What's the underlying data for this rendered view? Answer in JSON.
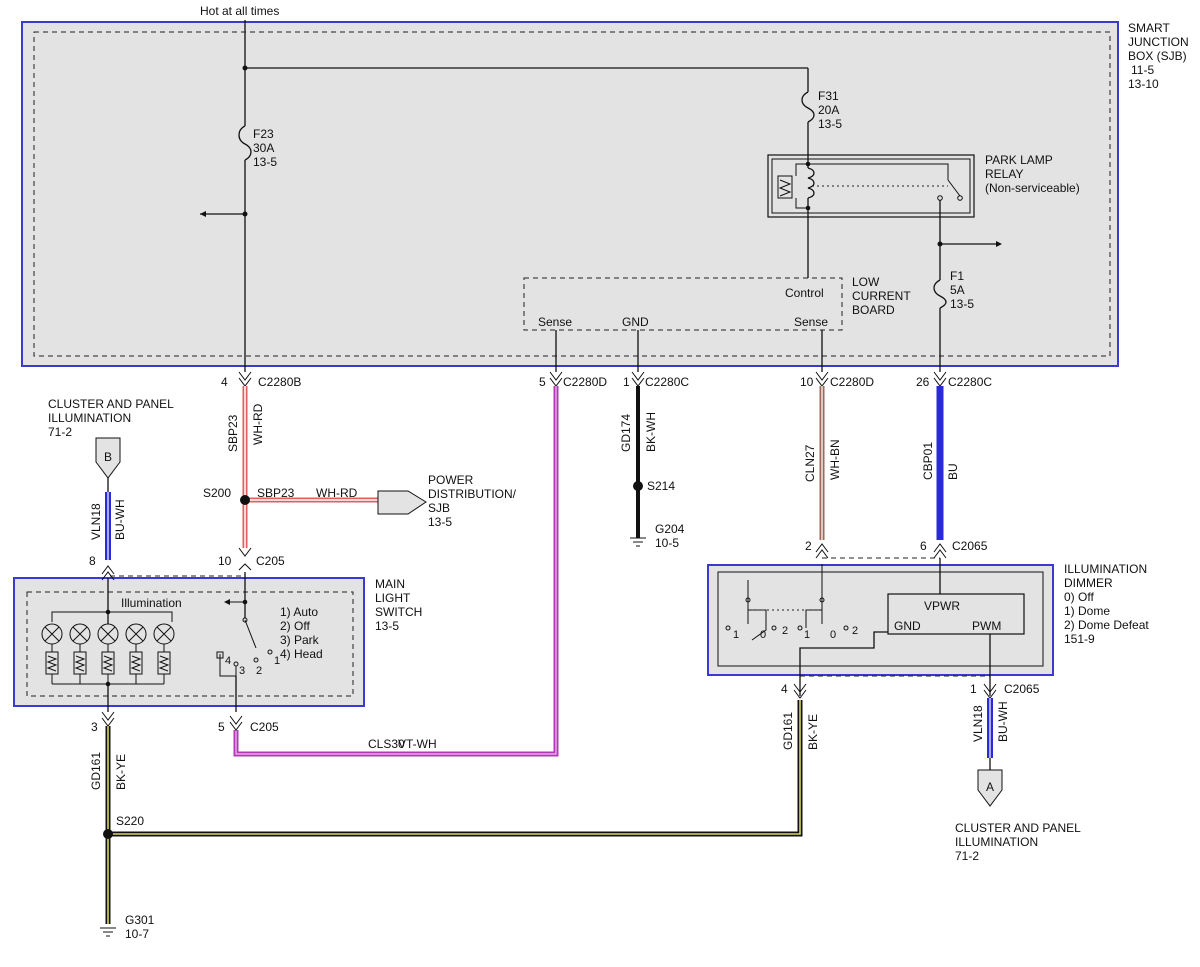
{
  "source": {
    "label": "Hot at all times"
  },
  "sjb": {
    "title_lines": [
      "SMART",
      "JUNCTION",
      "BOX (SJB)",
      "11-5",
      "13-10"
    ]
  },
  "fuses": {
    "f23": [
      "F23",
      "30A",
      "13-5"
    ],
    "f31": [
      "F31",
      "20A",
      "13-5"
    ],
    "f1": [
      "F1",
      "5A",
      "13-5"
    ]
  },
  "relay": {
    "lines": [
      "PARK LAMP",
      "RELAY",
      "(Non-serviceable)"
    ]
  },
  "lcb": {
    "lines": [
      "LOW",
      "CURRENT",
      "BOARD"
    ],
    "control": "Control",
    "sense1": "Sense",
    "gnd": "GND",
    "sense2": "Sense"
  },
  "connectors": {
    "c2280b": {
      "pin": "4",
      "name": "C2280B"
    },
    "c2280d_5": {
      "pin": "5",
      "name": "C2280D"
    },
    "c2280c_1": {
      "pin": "1",
      "name": "C2280C"
    },
    "c2280d_10": {
      "pin": "10",
      "name": "C2280D"
    },
    "c2280c_26": {
      "pin": "26",
      "name": "C2280C"
    },
    "c205_10": {
      "pin": "10",
      "name": "C205"
    },
    "c205_5": {
      "pin": "5",
      "name": "C205"
    },
    "c2065_2": {
      "pin": "2"
    },
    "c2065_6": {
      "pin": "6",
      "name": "C2065"
    },
    "c2065_1": {
      "pin": "1",
      "name": "C2065"
    },
    "pin8": "8",
    "pin3": "3",
    "pin4": "4"
  },
  "wires": {
    "sbp23": {
      "circuit": "SBP23",
      "color": "WH-RD",
      "hex": "#e06060"
    },
    "cls30": {
      "circuit": "CLS30",
      "color": "VT-WH",
      "hex": "#b13ab5"
    },
    "gd174": {
      "circuit": "GD174",
      "color": "BK-WH",
      "hex": "#111111"
    },
    "cln27": {
      "circuit": "CLN27",
      "color": "WH-BN",
      "hex": "#a06a5a"
    },
    "cbp01": {
      "circuit": "CBP01",
      "color": "BU",
      "hex": "#2a2ad8"
    },
    "vln18": {
      "circuit": "VLN18",
      "color": "BU-WH",
      "hex": "#2a2ad8"
    },
    "gd161": {
      "circuit": "GD161",
      "color": "BK-YE",
      "hex": "#d8d860"
    }
  },
  "splices": {
    "s200": "S200",
    "s214": "S214",
    "s220": "S220"
  },
  "grounds": {
    "g204": [
      "G204",
      "10-5"
    ],
    "g301": [
      "G301",
      "10-7"
    ]
  },
  "power_dist": {
    "lines": [
      "POWER",
      "DISTRIBUTION/",
      "SJB",
      "13-5"
    ]
  },
  "cluster_b": {
    "letter": "B",
    "lines": [
      "CLUSTER AND PANEL",
      "ILLUMINATION",
      "71-2"
    ]
  },
  "cluster_a": {
    "letter": "A",
    "lines": [
      "CLUSTER AND PANEL",
      "ILLUMINATION",
      "71-2"
    ]
  },
  "main_switch": {
    "lines": [
      "MAIN",
      "LIGHT",
      "SWITCH",
      "13-5"
    ],
    "inner_label": "Illumination",
    "positions": [
      "1) Auto",
      "2) Off",
      "3) Park",
      "4) Head"
    ],
    "contacts": [
      "4",
      "3",
      "2",
      "1"
    ]
  },
  "dimmer": {
    "lines": [
      "ILLUMINATION",
      "DIMMER",
      "0) Off",
      "1) Dome",
      "2) Dome Defeat",
      "151-9"
    ],
    "vpwr": "VPWR",
    "gnd": "GND",
    "pwm": "PWM",
    "contacts": [
      "1",
      "0",
      "2",
      "1",
      "0",
      "2"
    ]
  },
  "colors": {
    "box_fill": "#e3e3e3",
    "box_border": "#3a3ad0",
    "wire": "#111111"
  }
}
